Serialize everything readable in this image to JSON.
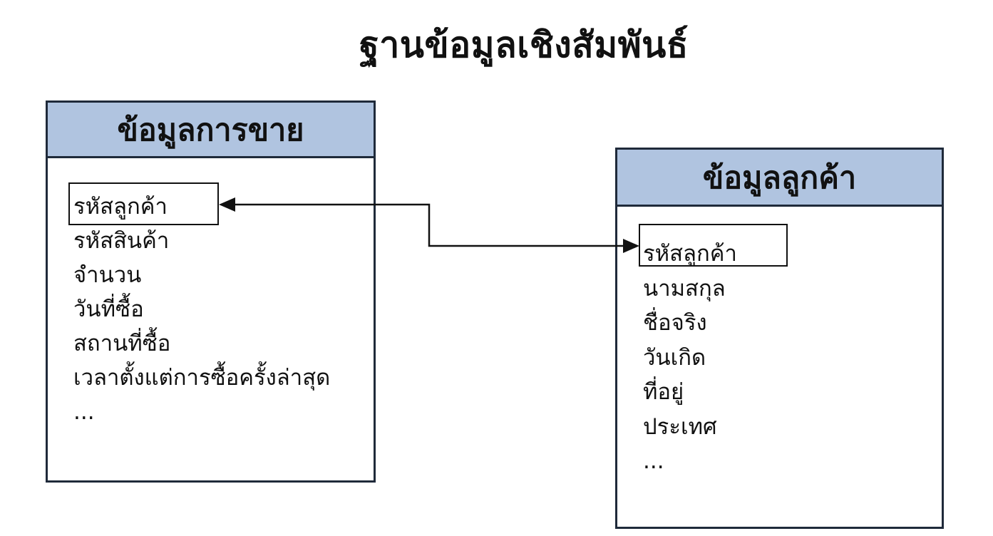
{
  "title": "ฐานข้อมูลเชิงสัมพันธ์",
  "sales_table": {
    "header": "ข้อมูลการขาย",
    "fields": [
      "รหัสลูกค้า",
      "รหัสสินค้า",
      "จำนวน",
      "วันที่ซื้อ",
      "สถานที่ซื้อ",
      "เวลาตั้งแต่การซื้อครั้งล่าสุด",
      "..."
    ]
  },
  "customer_table": {
    "header": "ข้อมูลลูกค้า",
    "fields": [
      "รหัสลูกค้า",
      "นามสกุล",
      "ชื่อจริง",
      "วันเกิด",
      "ที่อยู่",
      "ประเทศ",
      "..."
    ]
  },
  "colors": {
    "header_fill": "#b0c4e0",
    "border": "#1f2a3a",
    "line": "#111111"
  }
}
